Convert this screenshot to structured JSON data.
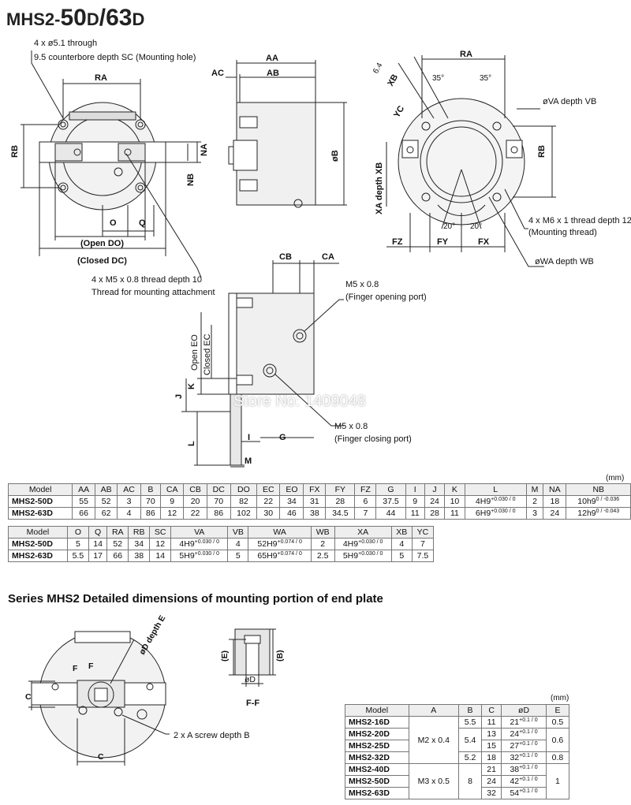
{
  "title": {
    "series": "MHS2-",
    "size1": "50",
    "d1": "D",
    "slash": "/",
    "size2": "63",
    "d2": "D"
  },
  "labels": {
    "hole_through": "4 x ø5.1 through",
    "counterbore": "9.5 counterbore depth SC (Mounting hole)",
    "RA": "RA",
    "RB": "RB",
    "NA": "NA",
    "NB": "NB",
    "O": "O",
    "Q": "Q",
    "open_do": "(Open DO)",
    "closed_dc": "(Closed DC)",
    "thread_m5": "4 x M5 x 0.8 thread depth 10",
    "thread_attach": "Thread for mounting attachment",
    "AA": "AA",
    "AB": "AB",
    "AC": "AC",
    "B": "øB",
    "dim64": "6.4",
    "dim35a": "35°",
    "dim35b": "35°",
    "XB": "XB",
    "YC": "YC",
    "VA": "øVA depth VB",
    "XA_depth": "XA depth XB",
    "dim20a": "20°",
    "dim20b": "20°",
    "FZ": "FZ",
    "FY": "FY",
    "FX": "FX",
    "m6": "4 x M6 x 1 thread depth 12",
    "mount_thread": "(Mounting thread)",
    "WA": "øWA depth WB",
    "CB": "CB",
    "CA": "CA",
    "m5a": "M5 x 0.8",
    "finger_open": "(Finger opening port)",
    "open_eo": "Open EO",
    "closed_ec": "Closed EC",
    "K": "K",
    "J": "J",
    "L": "L",
    "I": "I",
    "G": "G",
    "M": "M",
    "m5b": "M5 x 0.8",
    "finger_close": "(Finger closing port)",
    "watermark": "Store No: 1409048"
  },
  "table1": {
    "unit": "(mm)",
    "headers": [
      "Model",
      "AA",
      "AB",
      "AC",
      "B",
      "CA",
      "CB",
      "DC",
      "DO",
      "EC",
      "EO",
      "FX",
      "FY",
      "FZ",
      "G",
      "I",
      "J",
      "K",
      "L",
      "M",
      "NA",
      "NB"
    ],
    "rows": [
      {
        "model": "MHS2-50D",
        "v": [
          "55",
          "52",
          "3",
          "70",
          "9",
          "20",
          "70",
          "82",
          "22",
          "34",
          "31",
          "28",
          "6",
          "37.5",
          "9",
          "24",
          "10"
        ],
        "L": "4H9",
        "Ltol": "+0.030 / 0",
        "M": "2",
        "NA": "18",
        "NB": "10h9",
        "NBtol": "0 / -0.036"
      },
      {
        "model": "MHS2-63D",
        "v": [
          "66",
          "62",
          "4",
          "86",
          "12",
          "22",
          "86",
          "102",
          "30",
          "46",
          "38",
          "34.5",
          "7",
          "44",
          "11",
          "28",
          "11"
        ],
        "L": "6H9",
        "Ltol": "+0.030 / 0",
        "M": "3",
        "NA": "24",
        "NB": "12h9",
        "NBtol": "0 / -0.043"
      }
    ]
  },
  "table2": {
    "headers": [
      "Model",
      "O",
      "Q",
      "RA",
      "RB",
      "SC",
      "VA",
      "VB",
      "WA",
      "WB",
      "XA",
      "XB",
      "YC"
    ],
    "rows": [
      {
        "model": "MHS2-50D",
        "O": "5",
        "Q": "14",
        "RA": "52",
        "RB": "34",
        "SC": "12",
        "VA": "4H9",
        "VAtol": "+0.030 / 0",
        "VB": "4",
        "WA": "52H9",
        "WAtol": "+0.074 / 0",
        "WB": "2",
        "XA": "4H9",
        "XAtol": "+0.030 / 0",
        "XB": "4",
        "YC": "7"
      },
      {
        "model": "MHS2-63D",
        "O": "5.5",
        "Q": "17",
        "RA": "66",
        "RB": "38",
        "SC": "14",
        "VA": "5H9",
        "VAtol": "+0.030 / 0",
        "VB": "5",
        "WA": "65H9",
        "WAtol": "+0.074 / 0",
        "WB": "2.5",
        "XA": "5H9",
        "XAtol": "+0.030 / 0",
        "XB": "5",
        "YC": "7.5"
      }
    ]
  },
  "section2": {
    "title": "Series MHS2  Detailed dimensions of mounting portion of end plate",
    "D_depth": "øD depth E",
    "F1": "F",
    "F2": "F",
    "C1": "C",
    "C2": "C",
    "screw": "2 x A screw depth B",
    "E": "(E)",
    "B": "(B)",
    "D": "øD",
    "FF": "F-F"
  },
  "table3": {
    "unit": "(mm)",
    "headers": [
      "Model",
      "A",
      "B",
      "C",
      "øD",
      "E"
    ],
    "models": [
      "MHS2-16D",
      "MHS2-20D",
      "MHS2-25D",
      "MHS2-32D",
      "MHS2-40D",
      "MHS2-50D",
      "MHS2-63D"
    ],
    "A": [
      "M2 x 0.4",
      "M3 x 0.5"
    ],
    "B": [
      "5.5",
      "5.4",
      "5.2",
      "8"
    ],
    "C": [
      "11",
      "13",
      "15",
      "18",
      "21",
      "24",
      "32"
    ],
    "D": [
      "21",
      "24",
      "27",
      "32",
      "38",
      "42",
      "54"
    ],
    "Dtol": "+0.1 / 0",
    "E": [
      "0.5",
      "0.6",
      "0.8",
      "1"
    ]
  }
}
